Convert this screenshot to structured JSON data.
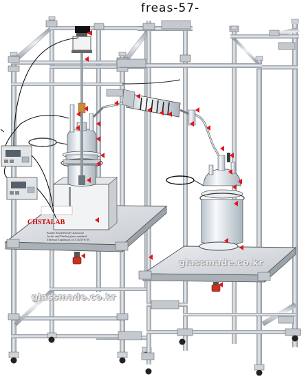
{
  "title": "freas-57-",
  "watermark_main": "glassmade.co.kr",
  "watermark_lower": "glassmade.co.kr",
  "panel_brand": "CHSTALAB",
  "panel_lines": [
    "Kodak Small Bottle Glassware",
    "Jacket and Flasket glass standard",
    "Thermal Expansion of 3.3x10-6/°K"
  ],
  "colors": {
    "frame": "#b7bec6",
    "frame_dark": "#6f7780",
    "glass": "#e6ecf1",
    "arrow": "#e0161a",
    "cap": "#c8321f",
    "deck": "#dadde1"
  }
}
